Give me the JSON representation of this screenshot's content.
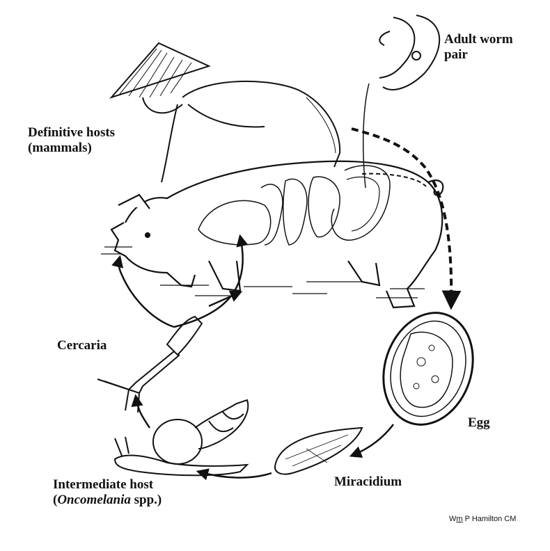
{
  "labels": {
    "adult_worm_pair": [
      "Adult worm",
      "pair"
    ],
    "definitive_hosts": [
      "Definitive hosts",
      "(mammals)"
    ],
    "cercaria": "Cercaria",
    "egg": "Egg",
    "miracidium": "Miracidium",
    "intermediate_host_line1": "Intermediate host",
    "intermediate_host_genus": "Oncomelania",
    "intermediate_host_suffix": " spp.)"
  },
  "credit": {
    "prefix": "W",
    "underlined": "m",
    "suffix": " P Hamilton CM"
  },
  "colors": {
    "ink": "#111111",
    "background": "#ffffff"
  }
}
